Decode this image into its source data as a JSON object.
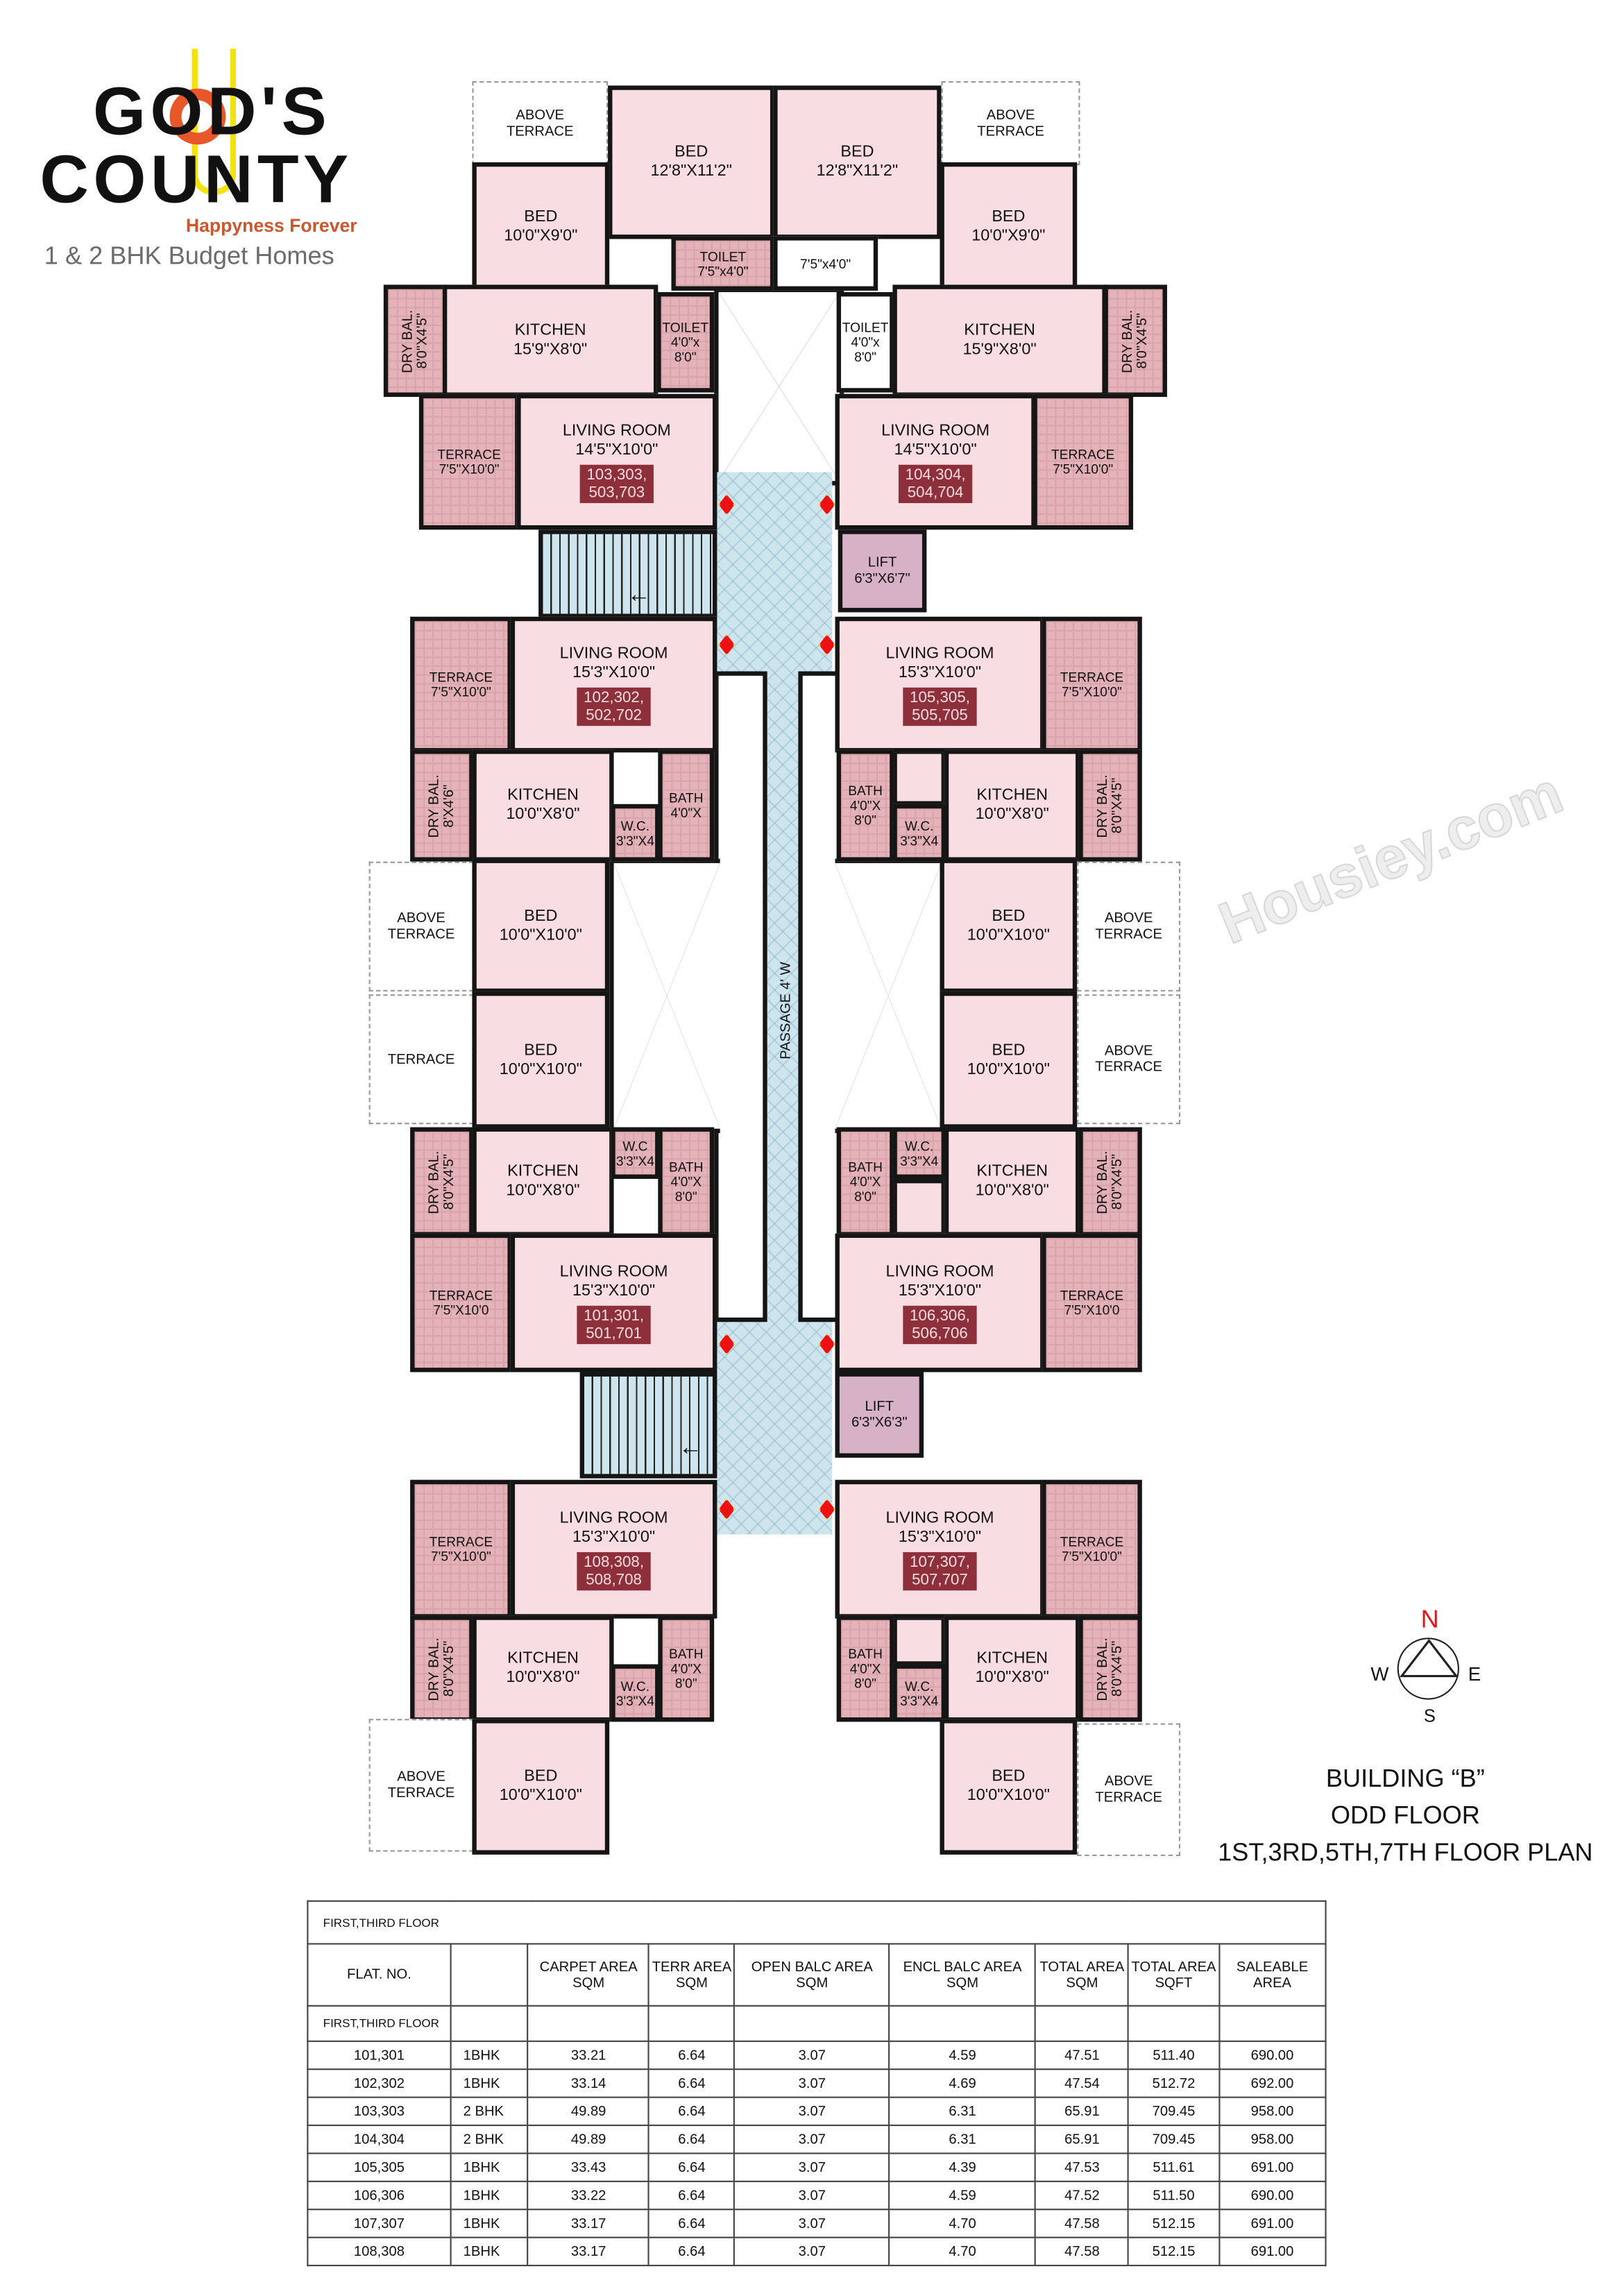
{
  "branding": {
    "logo_line1": "GOD'S",
    "logo_line2": "COUNTY",
    "tagline": "Happyness Forever",
    "subtitle": "1 & 2 BHK Budget Homes",
    "colors": {
      "orange": "#e8572a",
      "yellow": "#f2e20f",
      "dark": "#151515",
      "tagline": "#c9582e",
      "subtitle": "#6b6b6b"
    }
  },
  "watermark": "Housiey.com",
  "plan": {
    "passage_label": "PASSAGE 4' W",
    "rooms": [
      {
        "label": "ABOVE",
        "size": "TERRACE"
      },
      {
        "label": "BED",
        "size": "12'8\"X11'2\""
      },
      {
        "label": "BED",
        "size": "12'8\"X11'2\""
      },
      {
        "label": "ABOVE",
        "size": "TERRACE"
      },
      {
        "label": "BED",
        "size": "10'0\"X9'0\""
      },
      {
        "label": "BED",
        "size": "10'0\"X9'0\""
      },
      {
        "label": "TOILET",
        "size": "7'5\"x4'0\""
      },
      {
        "label": "",
        "size": "7'5\"x4'0\""
      },
      {
        "label": "DRY BAL.",
        "size": "8'0\"X4'5\""
      },
      {
        "label": "KITCHEN",
        "size": "15'9\"X8'0\""
      },
      {
        "label": "TOILET",
        "size": "4'0\"x",
        "size2": "8'0\""
      },
      {
        "label": "TOILET",
        "size": "4'0\"x",
        "size2": "8'0\""
      },
      {
        "label": "KITCHEN",
        "size": "15'9\"X8'0\""
      },
      {
        "label": "DRY BAL.",
        "size": "8'0\"X4'5\""
      },
      {
        "label": "TERRACE",
        "size": "7'5\"X10'0\""
      },
      {
        "label": "LIVING ROOM",
        "size": "14'5\"X10'0\"",
        "badge1": "103,303,",
        "badge2": "503,703"
      },
      {
        "label": "LIVING ROOM",
        "size": "14'5\"X10'0\"",
        "badge1": "104,304,",
        "badge2": "504,704"
      },
      {
        "label": "TERRACE",
        "size": "7'5\"X10'0\""
      },
      {
        "label": "",
        "size": ""
      },
      {
        "label": "LIFT",
        "size": "6'3\"X6'7\""
      },
      {
        "label": "TERRACE",
        "size": "7'5\"X10'0\""
      },
      {
        "label": "LIVING ROOM",
        "size": "15'3\"X10'0\"",
        "badge1": "102,302,",
        "badge2": "502,702"
      },
      {
        "label": "LIVING ROOM",
        "size": "15'3\"X10'0\"",
        "badge1": "105,305,",
        "badge2": "505,705"
      },
      {
        "label": "TERRACE",
        "size": "7'5\"X10'0\""
      },
      {
        "label": "DRY BAL.",
        "size": "8'X4'6\""
      },
      {
        "label": "KITCHEN",
        "size": "10'0\"X8'0\""
      },
      {
        "label": "BATH",
        "size": "4'0\"X"
      },
      {
        "label": "W.C.",
        "size": "3'3\"X4"
      },
      {
        "label": "KITCHEN",
        "size": "10'0\"X8'0\""
      },
      {
        "label": "BATH",
        "size": "4'0\"X",
        "size2": "8'0\""
      },
      {
        "label": "W.C.",
        "size": "3'3\"X4"
      },
      {
        "label": "DRY BAL.",
        "size": "8'0\"X4'5\""
      },
      {
        "label": "ABOVE",
        "size": "TERRACE"
      },
      {
        "label": "BED",
        "size": "10'0\"X10'0\""
      },
      {
        "label": "BED",
        "size": "10'0\"X10'0\""
      },
      {
        "label": "ABOVE",
        "size": "TERRACE"
      },
      {
        "label": "TERRACE",
        "size": ""
      },
      {
        "label": "BED",
        "size": "10'0\"X10'0\""
      },
      {
        "label": "BED",
        "size": "10'0\"X10'0\""
      },
      {
        "label": "ABOVE",
        "size": "TERRACE"
      },
      {
        "label": "DRY BAL.",
        "size": "8'0\"X4'5\""
      },
      {
        "label": "KITCHEN",
        "size": "10'0\"X8'0\""
      },
      {
        "label": "BATH",
        "size": "4'0\"X",
        "size2": "8'0\""
      },
      {
        "label": "W.C",
        "size": "3'3\"X4"
      },
      {
        "label": "KITCHEN",
        "size": "10'0\"X8'0\""
      },
      {
        "label": "BATH",
        "size": "4'0\"X",
        "size2": "8'0\""
      },
      {
        "label": "W.C.",
        "size": "3'3\"X4"
      },
      {
        "label": "DRY BAL.",
        "size": "8'0\"X4'5\""
      },
      {
        "label": "TERRACE",
        "size": "7'5\"X10'0"
      },
      {
        "label": "LIVING ROOM",
        "size": "15'3\"X10'0\"",
        "badge1": "101,301,",
        "badge2": "501,701"
      },
      {
        "label": "LIVING ROOM",
        "size": "15'3\"X10'0\"",
        "badge1": "106,306,",
        "badge2": "506,706"
      },
      {
        "label": "TERRACE",
        "size": "7'5\"X10'0"
      },
      {
        "label": "",
        "size": ""
      },
      {
        "label": "LIFT",
        "size": "6'3\"X6'3\""
      },
      {
        "label": "TERRACE",
        "size": "7'5\"X10'0\""
      },
      {
        "label": "LIVING ROOM",
        "size": "15'3\"X10'0\"",
        "badge1": "108,308,",
        "badge2": "508,708"
      },
      {
        "label": "LIVING ROOM",
        "size": "15'3\"X10'0\"",
        "badge1": "107,307,",
        "badge2": "507,707"
      },
      {
        "label": "TERRACE",
        "size": "7'5\"X10'0\""
      },
      {
        "label": "DRY BAL.",
        "size": "8'0\"X4'5\""
      },
      {
        "label": "KITCHEN",
        "size": "10'0\"X8'0\""
      },
      {
        "label": "BATH",
        "size": "4'0\"X",
        "size2": "8'0\""
      },
      {
        "label": "W.C.",
        "size": "3'3\"X4"
      },
      {
        "label": "KITCHEN",
        "size": "10'0\"X8'0\""
      },
      {
        "label": "BATH",
        "size": "4'0\"X",
        "size2": "8'0\""
      },
      {
        "label": "W.C.",
        "size": "3'3\"X4"
      },
      {
        "label": "DRY BAL.",
        "size": "8'0\"X4'5\""
      },
      {
        "label": "ABOVE",
        "size": "TERRACE"
      },
      {
        "label": "BED",
        "size": "10'0\"X10'0\""
      },
      {
        "label": "BED",
        "size": "10'0\"X10'0\""
      },
      {
        "label": "ABOVE",
        "size": "TERRACE"
      }
    ]
  },
  "compass": {
    "n": "N",
    "s": "S",
    "e": "E",
    "w": "W",
    "n_color": "#e01818"
  },
  "plan_title": {
    "line1": "BUILDING “B”",
    "line2": "ODD FLOOR",
    "line3": "1ST,3RD,5TH,7TH FLOOR PLAN"
  },
  "area_table": {
    "caption": "FIRST,THIRD FLOOR",
    "headers": [
      "FLAT. NO.",
      "",
      "CARPET AREA SQM",
      "TERR AREA SQM",
      "OPEN BALC AREA   SQM",
      "ENCL BALC AREA  SQM",
      "TOTAL AREA SQM",
      "TOTAL AREA SQFT",
      "SALEABLE AREA"
    ],
    "subheader": "FIRST,THIRD FLOOR",
    "rows": [
      [
        "101,301",
        "1BHK",
        "33.21",
        "6.64",
        "3.07",
        "4.59",
        "47.51",
        "511.40",
        "690.00"
      ],
      [
        "102,302",
        "1BHK",
        "33.14",
        "6.64",
        "3.07",
        "4.69",
        "47.54",
        "512.72",
        "692.00"
      ],
      [
        "103,303",
        "2 BHK",
        "49.89",
        "6.64",
        "3.07",
        "6.31",
        "65.91",
        "709.45",
        "958.00"
      ],
      [
        "104,304",
        "2 BHK",
        "49.89",
        "6.64",
        "3.07",
        "6.31",
        "65.91",
        "709.45",
        "958.00"
      ],
      [
        "105,305",
        "1BHK",
        "33.43",
        "6.64",
        "3.07",
        "4.39",
        "47.53",
        "511.61",
        "691.00"
      ],
      [
        "106,306",
        "1BHK",
        "33.22",
        "6.64",
        "3.07",
        "4.59",
        "47.52",
        "511.50",
        "690.00"
      ],
      [
        "107,307",
        "1BHK",
        "33.17",
        "6.64",
        "3.07",
        "4.70",
        "47.58",
        "512.15",
        "691.00"
      ],
      [
        "108,308",
        "1BHK",
        "33.17",
        "6.64",
        "3.07",
        "4.70",
        "47.58",
        "512.15",
        "691.00"
      ]
    ]
  }
}
